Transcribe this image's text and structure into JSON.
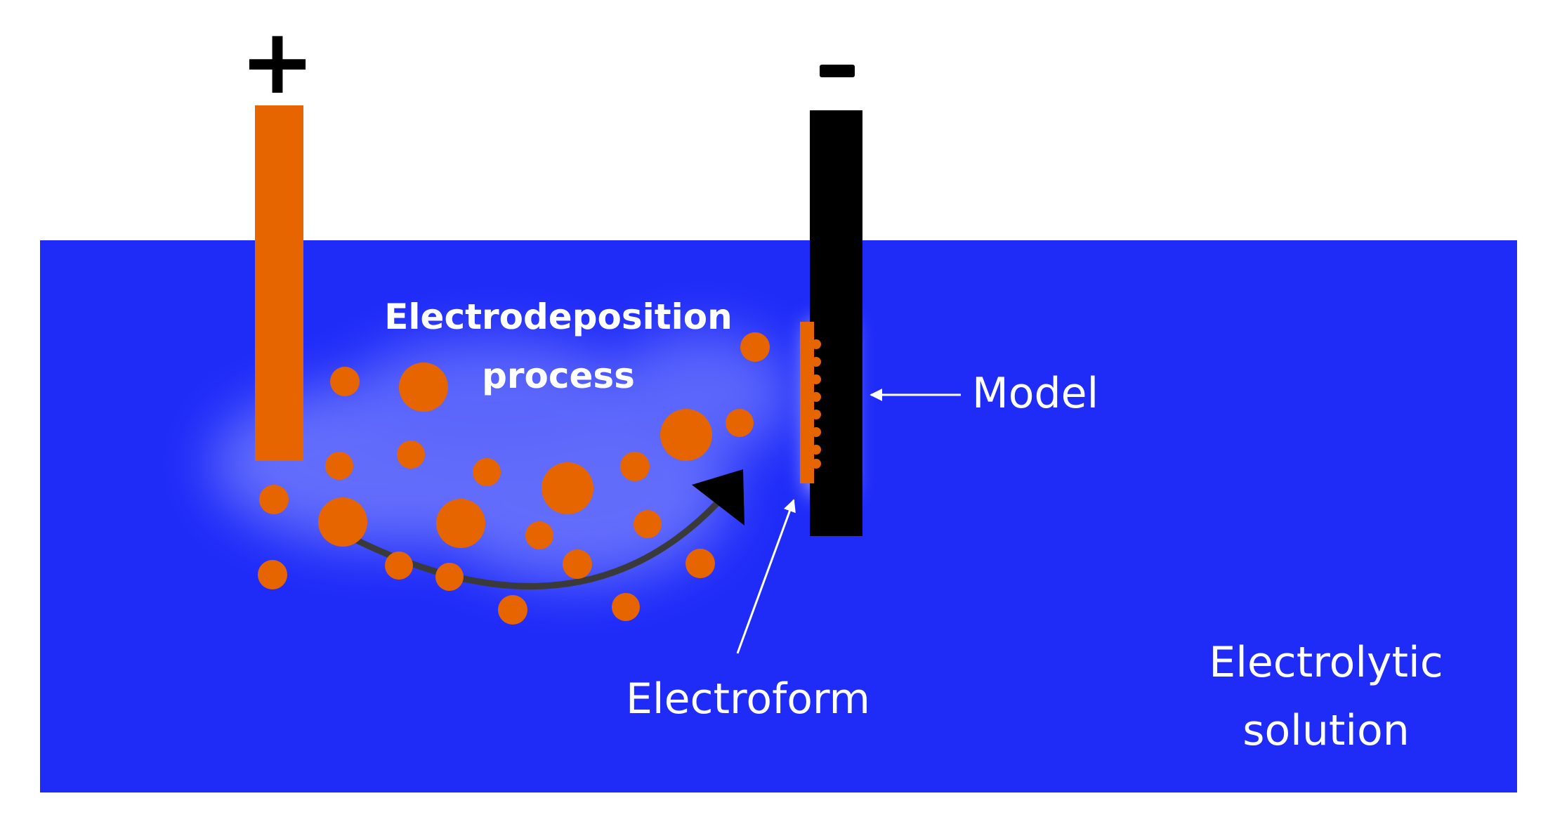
{
  "labels": {
    "anode_sign": "+",
    "cathode_sign": "-",
    "process_line1": "Electrodeposition",
    "process_line2": "process",
    "model": "Model",
    "electroform": "Electroform",
    "solution_line1": "Electrolytic",
    "solution_line2": "solution"
  },
  "colors": {
    "solution": "#1f2cf8",
    "anode": "#e76500",
    "cathode": "#000000",
    "particle": "#e76500",
    "text": "#ffffff"
  }
}
